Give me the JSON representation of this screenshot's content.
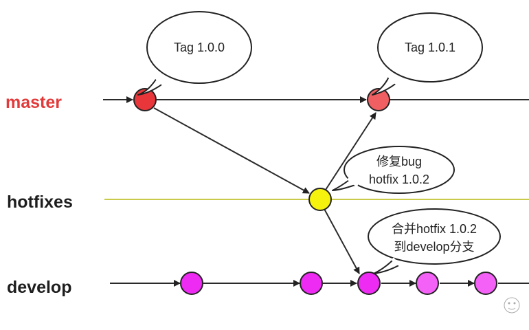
{
  "colors": {
    "master_label": "#e23a3a",
    "label_dark": "#1e1e1e",
    "master_line": "#2a2a2a",
    "hotfix_line": "#c9c94a",
    "develop_line": "#2a2a2a",
    "commit_red": "#e8363b",
    "commit_red_light": "#f05f62",
    "commit_yellow": "#f5f20d",
    "commit_magenta": "#ee2bf2",
    "commit_magenta_light": "#f461f6",
    "stroke": "#222222"
  },
  "branches": {
    "master": "master",
    "hotfixes": "hotfixes",
    "develop": "develop"
  },
  "bubbles": {
    "tag_100": "Tag 1.0.0",
    "tag_101": "Tag 1.0.1",
    "hotfix_fix_line1": "修复bug",
    "hotfix_fix_line2": "hotfix 1.0.2",
    "merge_line1": "合并hotfix 1.0.2",
    "merge_line2": "到develop分支"
  }
}
